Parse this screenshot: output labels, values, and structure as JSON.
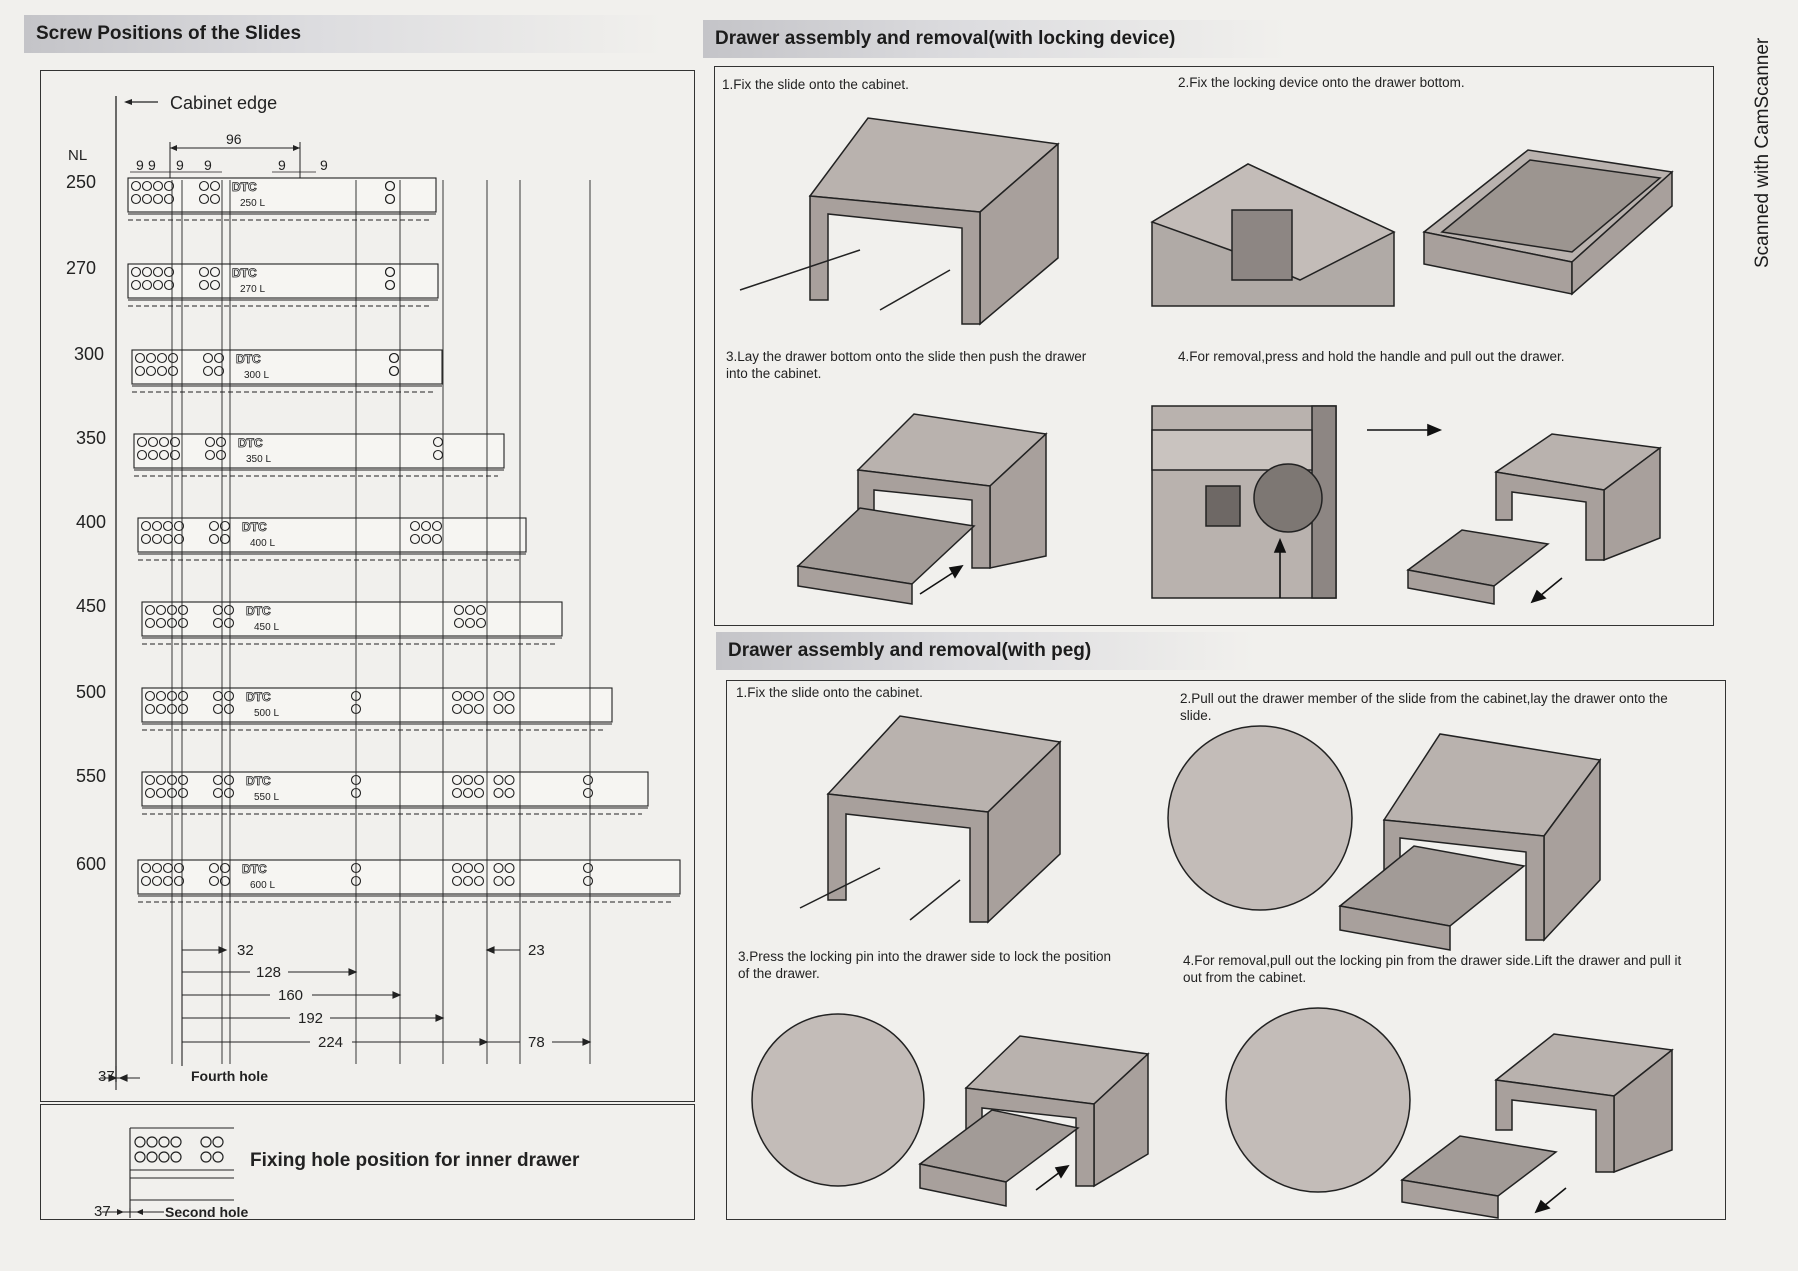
{
  "left": {
    "title": "Screw Positions of the Slides",
    "cabinet_edge": "Cabinet edge",
    "nl": "NL",
    "top_dims": [
      "9",
      "9",
      "9",
      "9",
      "96",
      "9",
      "9"
    ],
    "slides": [
      {
        "nl": "250",
        "mark": "250 L"
      },
      {
        "nl": "270",
        "mark": "270 L"
      },
      {
        "nl": "300",
        "mark": "300 L"
      },
      {
        "nl": "350",
        "mark": "350 L"
      },
      {
        "nl": "400",
        "mark": "400 L"
      },
      {
        "nl": "450",
        "mark": "450 L"
      },
      {
        "nl": "500",
        "mark": "500 L"
      },
      {
        "nl": "550",
        "mark": "550 L"
      },
      {
        "nl": "600",
        "mark": "600 L"
      }
    ],
    "brand": "DTC",
    "bottom_dims": {
      "d32": "32",
      "d128": "128",
      "d160": "160",
      "d192": "192",
      "d224": "224",
      "d23": "23",
      "d78": "78",
      "d37": "37"
    },
    "fourth_hole": "Fourth hole",
    "inner": {
      "label": "Fixing hole position for inner drawer",
      "dim": "37",
      "second_hole": "Second hole"
    }
  },
  "right": {
    "lock_title": "Drawer assembly and removal(with locking device)",
    "lock_steps": [
      "1.Fix the slide onto the cabinet.",
      "2.Fix the locking device onto the drawer bottom.",
      "3.Lay the drawer bottom onto the slide then push the drawer into the cabinet.",
      "4.For removal,press and hold the handle and pull out the drawer."
    ],
    "peg_title": "Drawer assembly and removal(with peg)",
    "peg_steps": [
      "1.Fix the slide onto the cabinet.",
      "2.Pull out the drawer member of the slide from the cabinet,lay the drawer onto the slide.",
      "3.Press the locking pin into the drawer side to lock the position of the drawer.",
      "4.For removal,pull out the locking pin from the drawer side.Lift the drawer and pull it out from the cabinet."
    ]
  },
  "watermark": "Scanned with CamScanner"
}
